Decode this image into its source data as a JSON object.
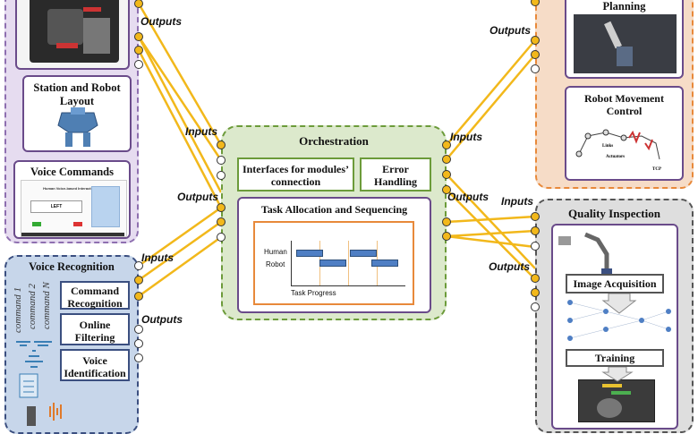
{
  "io_labels": {
    "outputs_top_left": "Outputs",
    "outputs_top_right": "Outputs",
    "inputs_orch_left": "Inputs",
    "inputs_orch_right": "Inputs",
    "outputs_orch_left": "Outputs",
    "outputs_orch_right": "Outputs",
    "inputs_voice": "Inputs",
    "outputs_voice": "Outputs",
    "inputs_quality": "Inputs",
    "outputs_quality": "Outputs"
  },
  "left_panel": {
    "station_layout": "Station and Robot Layout",
    "voice_commands": "Voice Commands",
    "screen_title": "Human Voice-based Interaction Tool",
    "screen_value": "LEFT"
  },
  "voice_panel": {
    "title": "Voice Recognition",
    "items": [
      "Command Recognition",
      "Online Filtering",
      "Voice Identification"
    ],
    "commands": [
      "command 1",
      "command 2",
      "command N"
    ]
  },
  "orchestration": {
    "title": "Orchestration",
    "interfaces": "Interfaces for modules’ connection",
    "error": "Error Handling",
    "task": "Task Allocation and Sequencing",
    "gantt": {
      "rows": [
        "Human",
        "Robot"
      ],
      "xlabel": "Task Progress"
    }
  },
  "right_top_panel": {
    "planning": "Planning",
    "movement": "Robot Movement Control",
    "diagram_labels": [
      "Links",
      "Actuators",
      "TCP"
    ]
  },
  "quality_panel": {
    "title": "Quality Inspection",
    "items": [
      "Image Acquisition",
      "Training"
    ]
  },
  "colors": {
    "wire": "#f2b81b",
    "purple": "#8e6fb0",
    "green": "#7aa84a",
    "orange": "#e8893a",
    "blue": "#3b4f80",
    "grey": "#555555"
  }
}
